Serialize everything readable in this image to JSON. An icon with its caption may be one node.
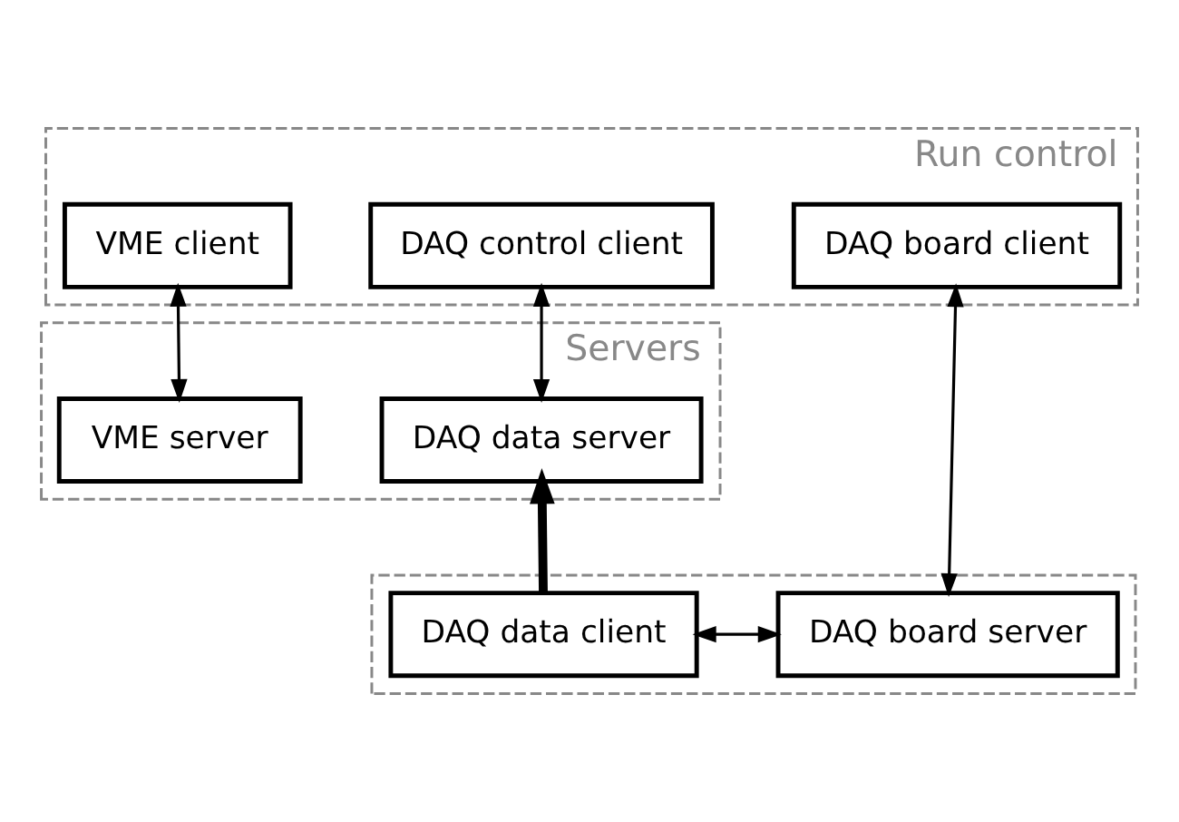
{
  "diagram": {
    "nodes": [
      {
        "text": [
          "Run control"
        ]
      },
      {
        "text": [
          "DAQ control client"
        ],
        "in": 0
      },
      {
        "text": [
          "DAQ board client"
        ],
        "in": 0
      },
      {
        "text": [
          "VME client"
        ],
        "in": 0
      },
      {
        "text": [
          "Servers"
        ]
      },
      {
        "text": [
          "DAQ data server"
        ],
        "in": 4
      },
      {
        "text": [
          "VME server"
        ],
        "in": 4
      },
      {
        "text": [],
        "shape": "box"
      },
      {
        "text": [
          "DAQ data client"
        ],
        "in": 7
      },
      {
        "text": [
          "DAQ board server"
        ],
        "in": 7
      }
    ],
    "edges": [
      {
        "from": 1,
        "to": 5,
        "arrow": "both"
      },
      {
        "from": 3,
        "to": 6,
        "arrow": "both"
      },
      {
        "from": 2,
        "to": 9,
        "arrow": "both"
      },
      {
        "from": 8,
        "to": 5,
        "arrow": "to",
        "style": "thick"
      },
      {
        "from": 8,
        "to": 9,
        "arrow": "both"
      }
    ]
  }
}
